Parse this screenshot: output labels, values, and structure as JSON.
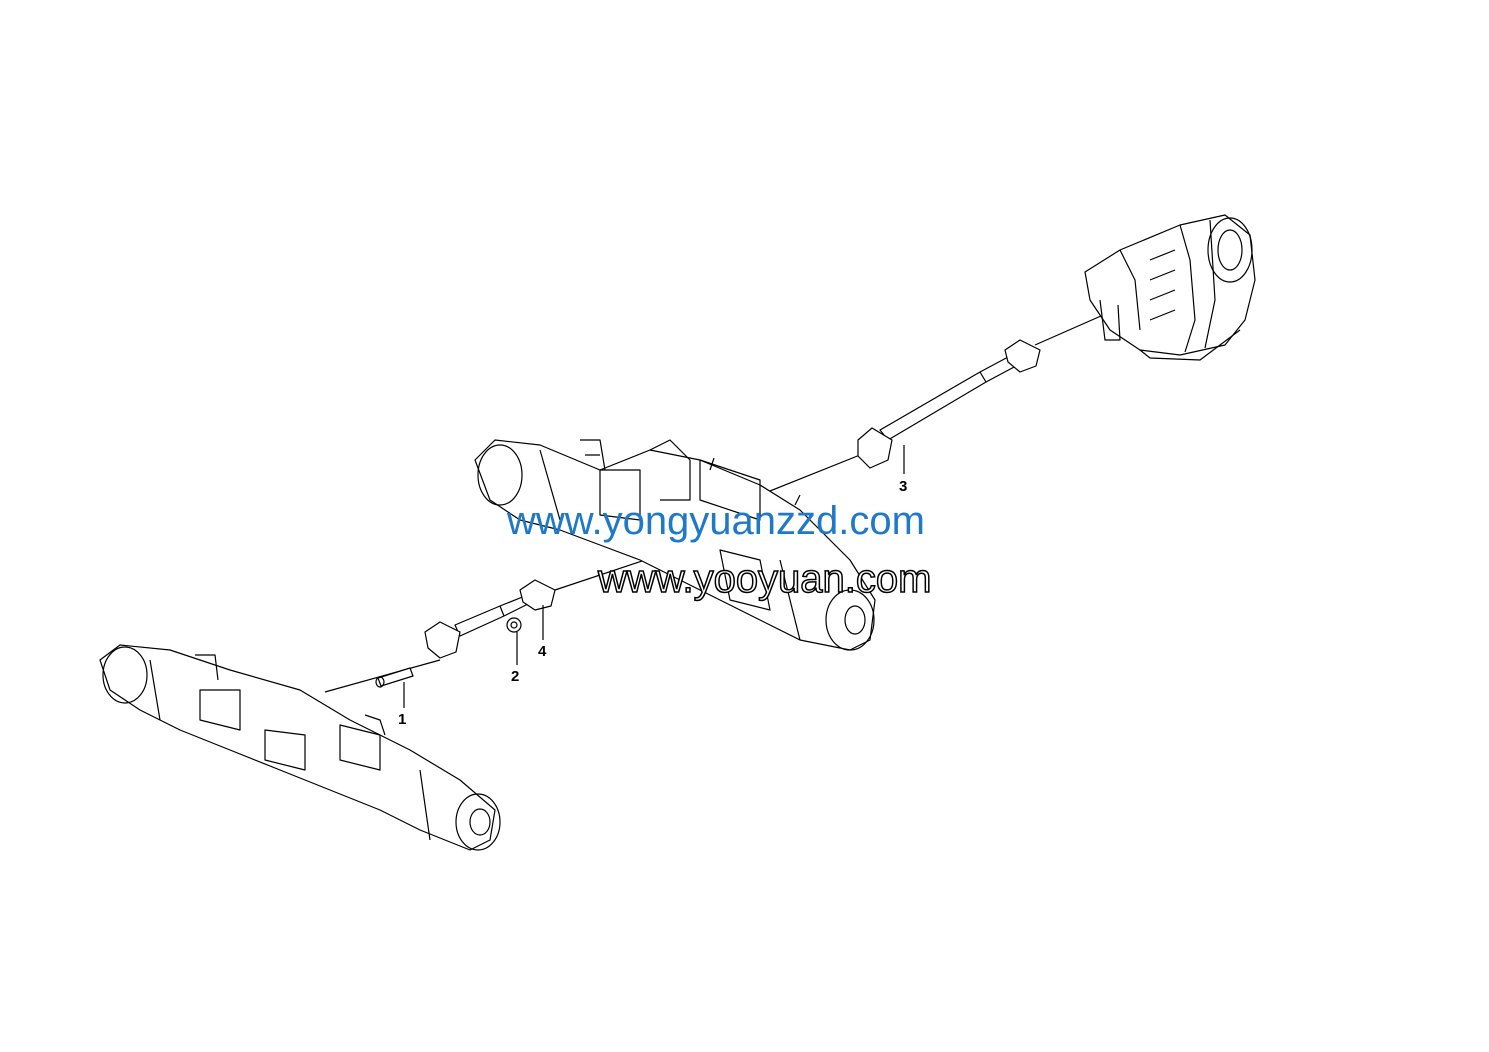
{
  "diagram": {
    "callouts": [
      {
        "label": "1"
      },
      {
        "label": "2"
      },
      {
        "label": "3"
      },
      {
        "label": "4"
      }
    ],
    "parts": [
      "rear-axle",
      "middle-axle",
      "transmission",
      "propeller-shaft-front",
      "propeller-shaft-rear",
      "bolt",
      "nut"
    ]
  },
  "watermark": {
    "blue_text": "www.yongyuanzzd.com",
    "black_text": "www.yooyuan.com",
    "blue_color": "#1f78c8"
  }
}
